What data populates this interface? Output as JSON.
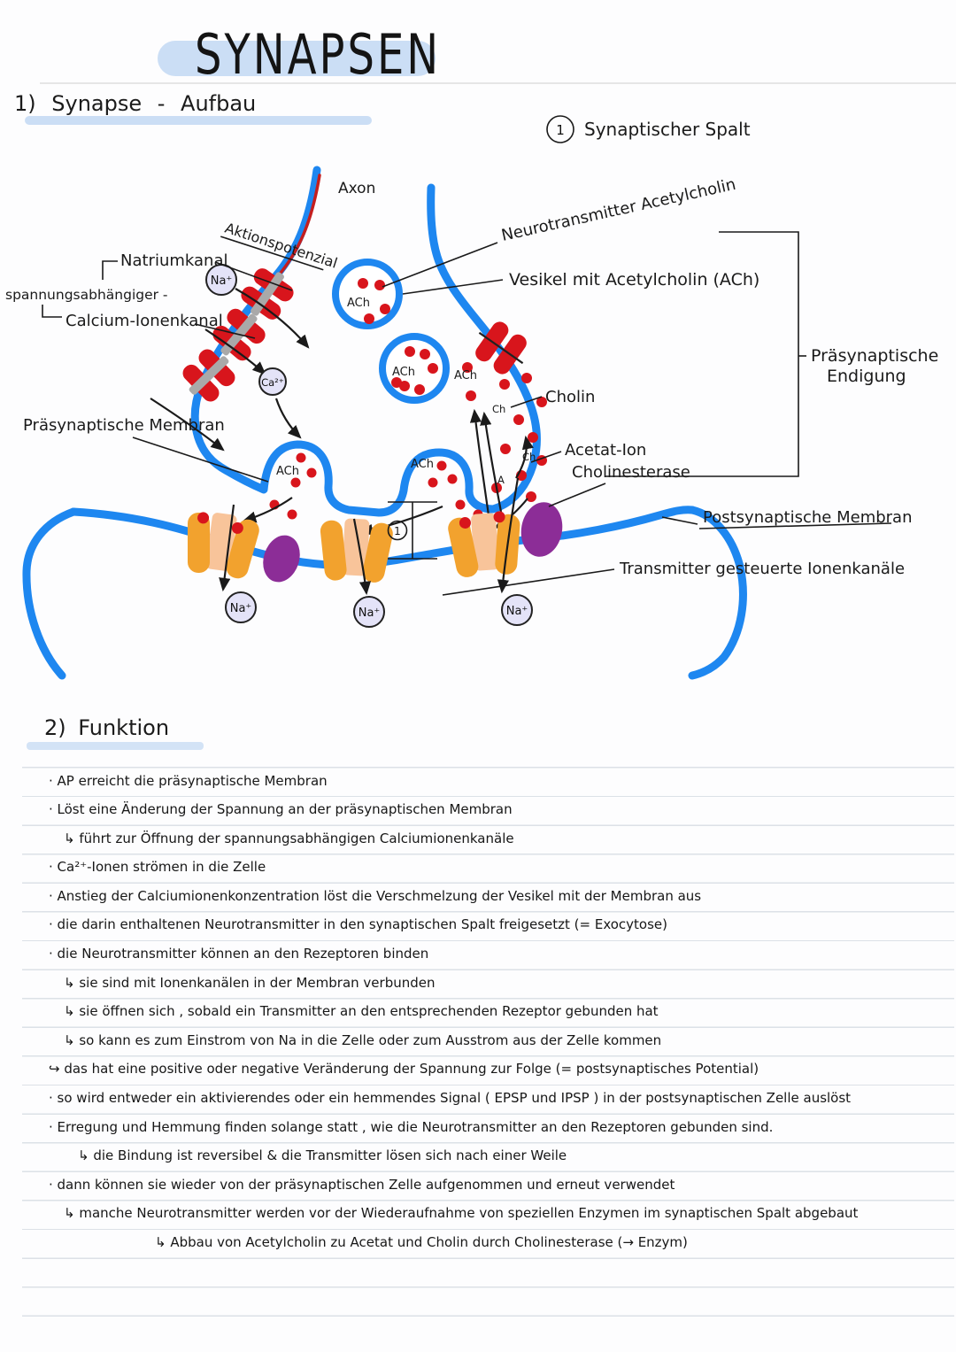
{
  "page": {
    "title": "SYNAPSEN",
    "section1_heading": "1)  Synapse  - Aufbau",
    "section2_heading": "2) Funktion"
  },
  "diagram": {
    "labels": {
      "axon": "Axon",
      "aktionspotenzial": "Aktionspotenzial",
      "natriumkanal": "Natriumkanal",
      "spannungsabhaengiger": "spannungsabhängiger -",
      "calcium_ionenkanal": "Calcium-Ionenkanal",
      "praesynaptische_membran": "Präsynaptische Membran",
      "circle_one": "1",
      "synaptischer_spalt": "Synaptischer Spalt",
      "neurotransmitter": "Neurotransmitter Acetylcholin",
      "vesikel": "Vesikel mit Acetylcholin (ACh)",
      "cholin": "Cholin",
      "acetat_ion": "Acetat-Ion",
      "cholinesterase": "Cholinesterase",
      "praesynaptische_endigung_line1": "Präsynaptische",
      "praesynaptische_endigung_line2": "Endigung",
      "postsynaptische_membran": "Postsynaptische Membran",
      "transmitter_kanaele": "Transmitter gesteuerte Ionenkanäle",
      "ach": "ACh",
      "na": "Na⁺",
      "ca": "Ca²⁺",
      "ch": "Ch",
      "a": "A"
    },
    "colors": {
      "membrane_blue": "#1e87f0",
      "vesicle_red": "#d8151c",
      "channel_gray": "#a9a9a9",
      "receptor_orange": "#f2a22e",
      "receptor_peach": "#f8c49a",
      "enzyme_purple": "#8c2d97",
      "ion_circle_fill": "#e4e3f8",
      "highlight_blue": "#cbdef5",
      "ruled_line": "#dce1e7",
      "ink": "#1a1a1a",
      "action_potential_red": "#c41f1f"
    }
  },
  "notes": {
    "lines": [
      {
        "text": "· AP erreicht  die  präsynaptische  Membran"
      },
      {
        "text": "· Löst eine Änderung  der Spannung an der präsynaptischen  Membran"
      },
      {
        "text": "↳ führt zur  Öffnung  der  spannungsabhängigen  Calciumionenkanäle"
      },
      {
        "text": "· Ca²⁺-Ionen   strömen in die Zelle"
      },
      {
        "text": "· Anstieg  der Calciumionenkonzentration  löst  die Verschmelzung  der Vesikel  mit der  Membran  aus"
      },
      {
        "text": "· die  darin enthaltenen  Neurotransmitter  in den  synaptischen  Spalt freigesetzt (= Exocytose)"
      },
      {
        "text": "· die Neurotransmitter können an den Rezeptoren  binden"
      },
      {
        "text": "↳ sie  sind  mit Ionenkanälen  in  der  Membran  verbunden"
      },
      {
        "text": "↳ sie  öffnen  sich , sobald ein Transmitter  an  den entsprechenden Rezeptor gebunden  hat"
      },
      {
        "text": "↳ so kann es  zum  Einstrom  von  Na  in die Zelle  oder  zum Ausstrom  aus  der  Zelle  kommen"
      },
      {
        "text": "↪ das hat  eine  positive  oder  negative  Veränderung  der  Spannung  zur  Folge (= postsynaptisches Potential)"
      },
      {
        "text": "· so  wird  entweder  ein aktivierendes  oder  ein  hemmendes  Signal  ( EPSP und IPSP ) in  der  postsynaptischen  Zelle auslöst"
      },
      {
        "text": "· Erregung  und Hemmung  finden  solange  statt , wie  die  Neurotransmitter  an den  Rezeptoren  gebunden  sind."
      },
      {
        "text": "↳  die  Bindung  ist  reversibel   &  die  Transmitter  lösen  sich  nach  einer  Weile"
      },
      {
        "text": "· dann   können  sie  wieder  von  der  präsynaptischen   Zelle  aufgenommen  und  erneut  verwendet"
      },
      {
        "text": "↳ manche  Neurotransmitter  werden  vor  der  Wiederaufnahme  von  speziellen  Enzymen  im  synaptischen   Spalt  abgebaut"
      },
      {
        "text": "↳ Abbau  von  Acetylcholin zu  Acetat  und  Cholin   durch  Cholinesterase  (→ Enzym)"
      }
    ]
  }
}
